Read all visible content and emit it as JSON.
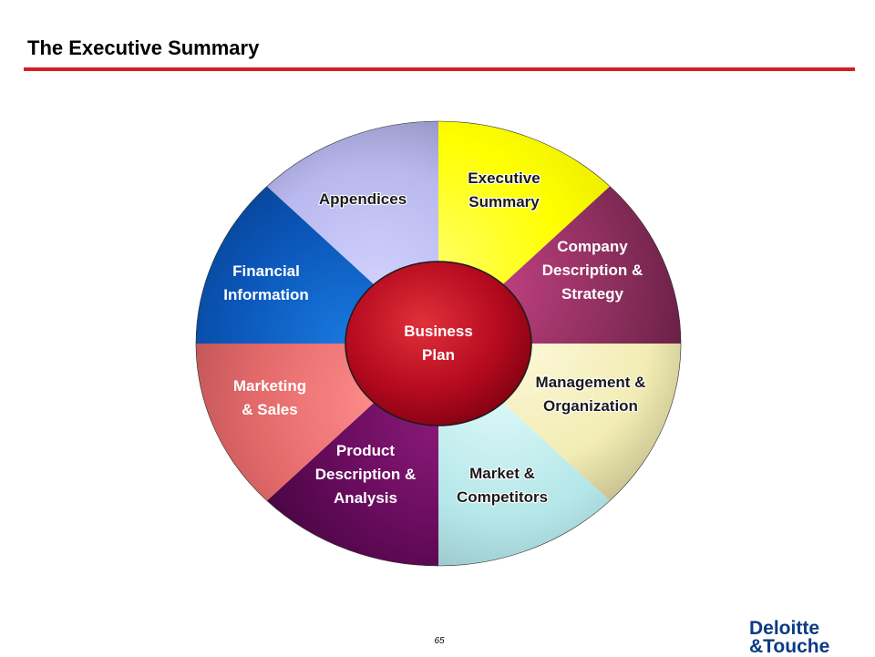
{
  "header": {
    "title": "The Executive Summary"
  },
  "diagram": {
    "center": {
      "lines": [
        "Business",
        "Plan"
      ]
    },
    "segments": [
      {
        "id": "executive-summary",
        "lines": [
          "Executive",
          "Summary"
        ],
        "text_color": "#1a1a1a",
        "shadow": "#ffffff",
        "stops": [
          "#ffff66",
          "#ffff00",
          "#e6e600"
        ]
      },
      {
        "id": "company-description",
        "lines": [
          "Company",
          "Description &",
          "Strategy"
        ],
        "text_color": "#ffffff",
        "shadow": "",
        "stops": [
          "#c04080",
          "#8a2e5c",
          "#5a1a3c"
        ]
      },
      {
        "id": "management-organization",
        "lines": [
          "Management &",
          "Organization"
        ],
        "text_color": "#1a1a1a",
        "shadow": "#ffffff",
        "stops": [
          "#fcf8d8",
          "#f2ecb4",
          "#a6a274"
        ]
      },
      {
        "id": "market-competitors",
        "lines": [
          "Market &",
          "Competitors"
        ],
        "text_color": "#1a1a1a",
        "shadow": "#ffffff",
        "stops": [
          "#dcf8f8",
          "#b4e6e8",
          "#8cb4b8"
        ]
      },
      {
        "id": "product-description",
        "lines": [
          "Product",
          "Description &",
          "Analysis"
        ],
        "text_color": "#ffffff",
        "shadow": "",
        "stops": [
          "#8a1a78",
          "#640a5a",
          "#3c0436"
        ]
      },
      {
        "id": "marketing-sales",
        "lines": [
          "Marketing",
          "& Sales"
        ],
        "text_color": "#ffffff",
        "shadow": "",
        "stops": [
          "#ff8c8c",
          "#e46a6a",
          "#b44e52"
        ]
      },
      {
        "id": "financial-information",
        "lines": [
          "Financial",
          "Information"
        ],
        "text_color": "#ffffff",
        "shadow": "",
        "stops": [
          "#1a7ae0",
          "#0b56b8",
          "#053c86"
        ]
      },
      {
        "id": "appendices",
        "lines": [
          "Appendices"
        ],
        "text_color": "#1a1a1a",
        "shadow": "#ffffff",
        "stops": [
          "#d2d2ff",
          "#b8b8ee",
          "#7e7ea8"
        ]
      }
    ]
  },
  "footer": {
    "page_number": "65",
    "logo_lines": [
      "Deloitte",
      "&Touche"
    ]
  },
  "colors": {
    "accent_rule": "#d21f26",
    "logo": "#0c3a84",
    "hub_light": "#e0303a",
    "hub_dark": "#7a0010"
  }
}
